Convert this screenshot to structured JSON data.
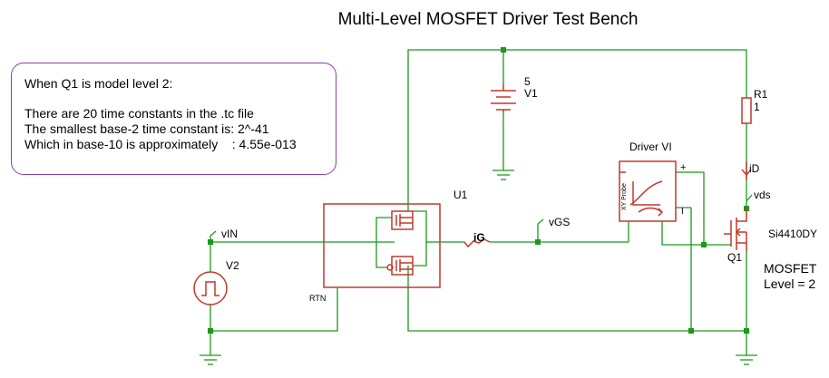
{
  "title": "Multi-Level MOSFET Driver Test Bench",
  "note": {
    "heading": "When Q1 is model level 2:",
    "line1": "There are 20 time constants in the .tc file",
    "line2": "The smallest base-2 time constant is: 2^-41",
    "line3": "Which in base-10 is approximately    : 4.55e-013"
  },
  "components": {
    "v1_value": "5",
    "v1_label": "V1",
    "r1_label": "R1",
    "r1_value": "1",
    "u1_label": "U1",
    "rtn_label": "RTN",
    "v2_label": "V2",
    "driver_label": "Driver VI",
    "probe_label": "XY Probe",
    "probe_plus": "+",
    "probe_minus": "I",
    "q1_label": "Q1",
    "q1_model": "Si4410DY",
    "mosfet_line1": "MOSFET",
    "mosfet_line2": "Level = 2"
  },
  "nets": {
    "vin": "vIN",
    "vgs": "vGS",
    "vds": "vds",
    "id": "iD",
    "ig": "iG"
  },
  "colors": {
    "wire": "#1a9a1a",
    "component": "#c0392b",
    "junction": "#1a9a1a",
    "note_border": "#8a3fa8"
  }
}
